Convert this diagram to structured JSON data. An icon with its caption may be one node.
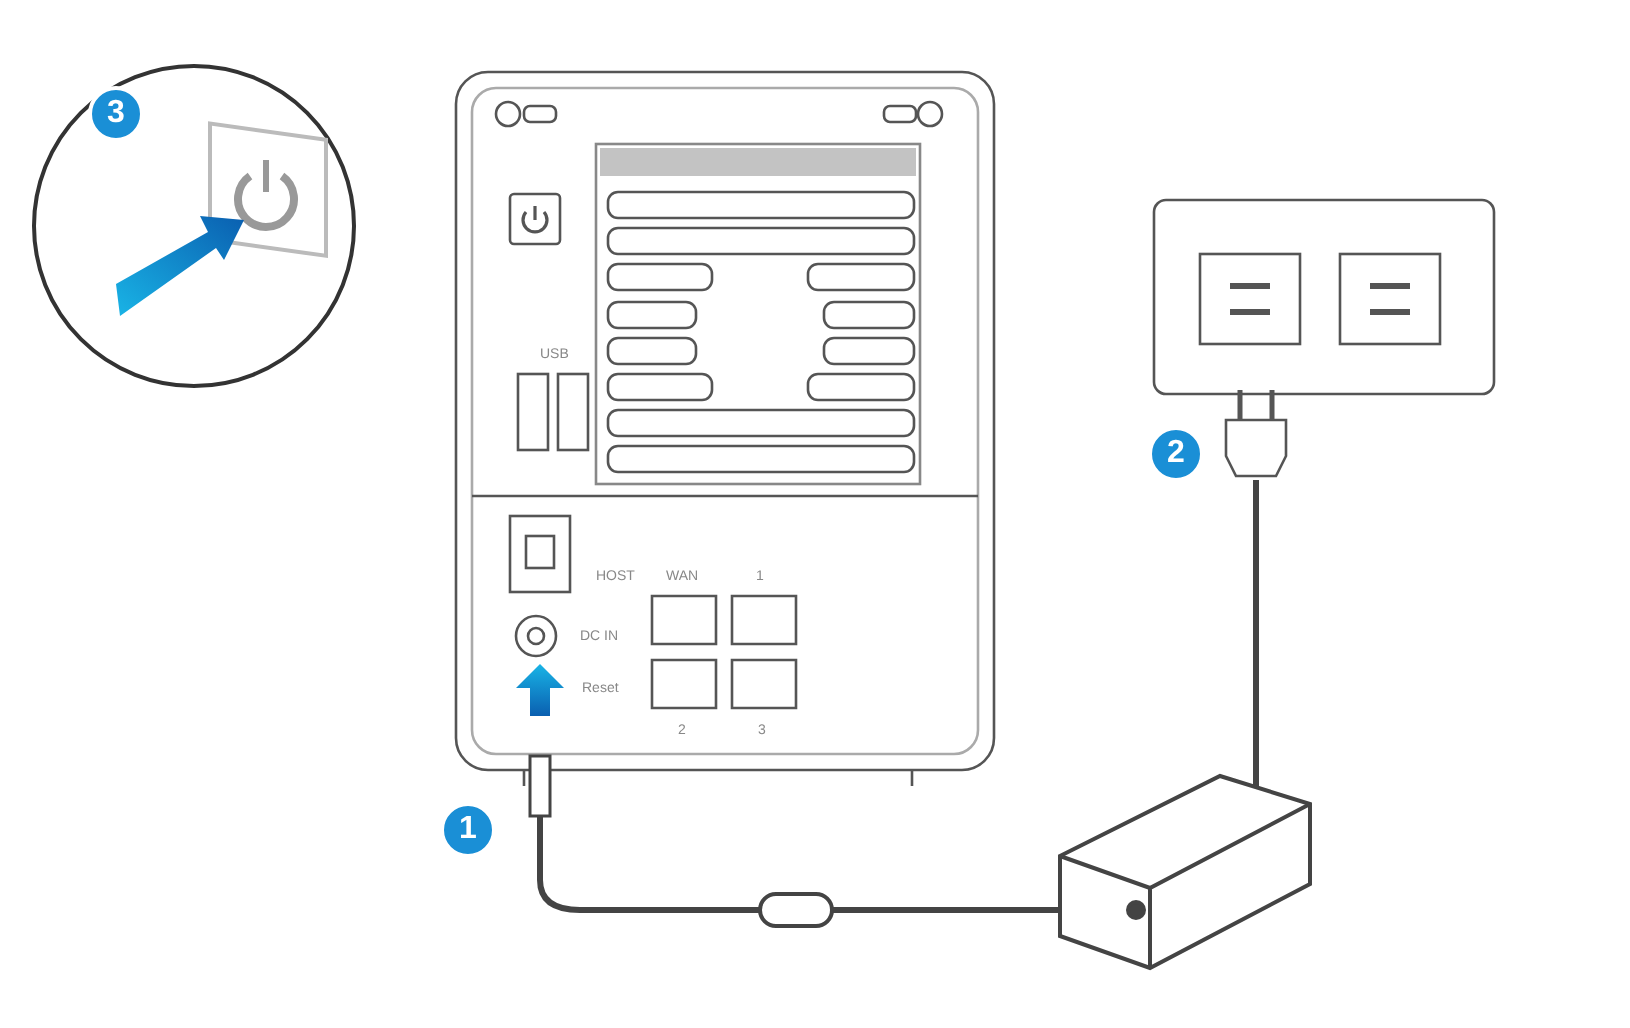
{
  "diagram": {
    "labels": [
      "3",
      "USB",
      "2",
      "HOST",
      "WAN",
      "1",
      "DC IN",
      "Reset",
      "2",
      "3",
      "1"
    ]
  }
}
